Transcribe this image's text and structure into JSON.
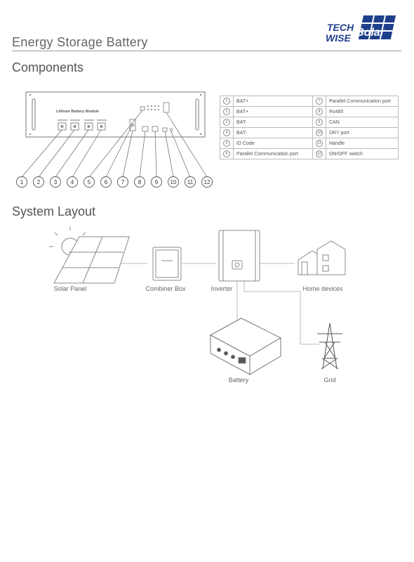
{
  "header": {
    "title": "Energy Storage Battery",
    "logo_line1": "TECH",
    "logo_line2": "WISE",
    "logo_line3": "Solar"
  },
  "components": {
    "heading": "Components",
    "module_label": "Lithium Battery Module",
    "callouts": [
      "1",
      "2",
      "3",
      "4",
      "5",
      "6",
      "7",
      "8",
      "9",
      "10",
      "11",
      "12"
    ],
    "table": [
      {
        "n1": "1",
        "left": "BAT+",
        "n2": "7",
        "right": "Parallel Communication port"
      },
      {
        "n1": "2",
        "left": "BAT+",
        "n2": "8",
        "right": "Rs485"
      },
      {
        "n1": "3",
        "left": "BAT-",
        "n2": "9",
        "right": "CAN"
      },
      {
        "n1": "4",
        "left": "BAT-",
        "n2": "10",
        "right": "DRY port"
      },
      {
        "n1": "5",
        "left": "ID Code",
        "n2": "11",
        "right": "Handle"
      },
      {
        "n1": "6",
        "left": "Parallel Communication port",
        "n2": "12",
        "right": "ON/OFF switch"
      }
    ]
  },
  "layout": {
    "heading": "System Layout",
    "labels": {
      "solar": "Solar Panel",
      "combiner": "Combiner Box",
      "inverter": "Inverter",
      "home": "Home devices",
      "battery": "Battery",
      "grid": "Grid"
    }
  }
}
